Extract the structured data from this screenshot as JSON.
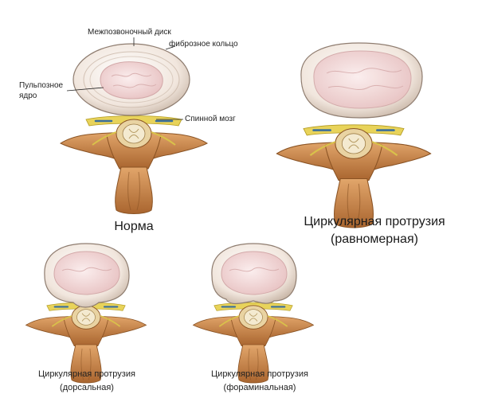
{
  "labels": {
    "disc": "Межпозвоночный диск",
    "annulus": "фиброзное кольцо",
    "nucleus_line1": "Пульпозное",
    "nucleus_line2": "ядро",
    "spinal_cord": "Спинной мозг"
  },
  "panels": [
    {
      "id": "normal",
      "caption": "Норма"
    },
    {
      "id": "circular-uniform",
      "caption_line1": "Циркулярная протрузия",
      "caption_line2": "(равномерная)"
    },
    {
      "id": "circular-dorsal",
      "caption_line1": "Циркулярная протрузия",
      "caption_line2": "(дорсальная)"
    },
    {
      "id": "circular-foraminal",
      "caption_line1": "Циркулярная протрузия",
      "caption_line2": "(фораминальная)"
    }
  ],
  "colors": {
    "disc_outer": "#e9dcd2",
    "disc_rim": "#b9a89a",
    "nucleus": "#f3d9d6",
    "bone": "#c98a4b",
    "bone_dark": "#9a5e2b",
    "cord": "#f0e4c6",
    "nerve": "#e8d35a",
    "vessel": "#3a6f9c"
  }
}
